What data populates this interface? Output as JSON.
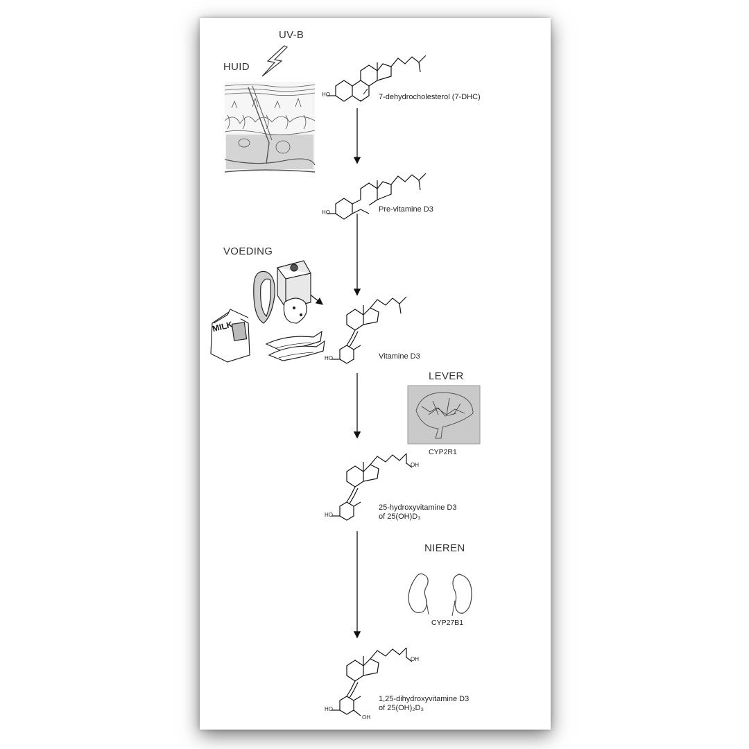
{
  "labels": {
    "uvb": "UV-B",
    "huid": "HUID",
    "voeding": "VOEDING",
    "lever": "LEVER",
    "nieren": "NIEREN",
    "milk": "MILK"
  },
  "compounds": [
    {
      "name": "7-dehydrocholesterol (7-DHC)",
      "alt": ""
    },
    {
      "name": "Pre-vitamine D3",
      "alt": ""
    },
    {
      "name": "Vitamine D3",
      "alt": ""
    },
    {
      "name": "25-hydroxyvitamine D3",
      "alt": "of 25(OH)D₃"
    },
    {
      "name": "1,25-dihydroxyvitamine D3",
      "alt": "of 25(OH)₂D₃"
    }
  ],
  "enzymes": {
    "liver": "CYP2R1",
    "kidney": "CYP27B1"
  },
  "chem": {
    "ho": "HO",
    "oh": "OH"
  }
}
